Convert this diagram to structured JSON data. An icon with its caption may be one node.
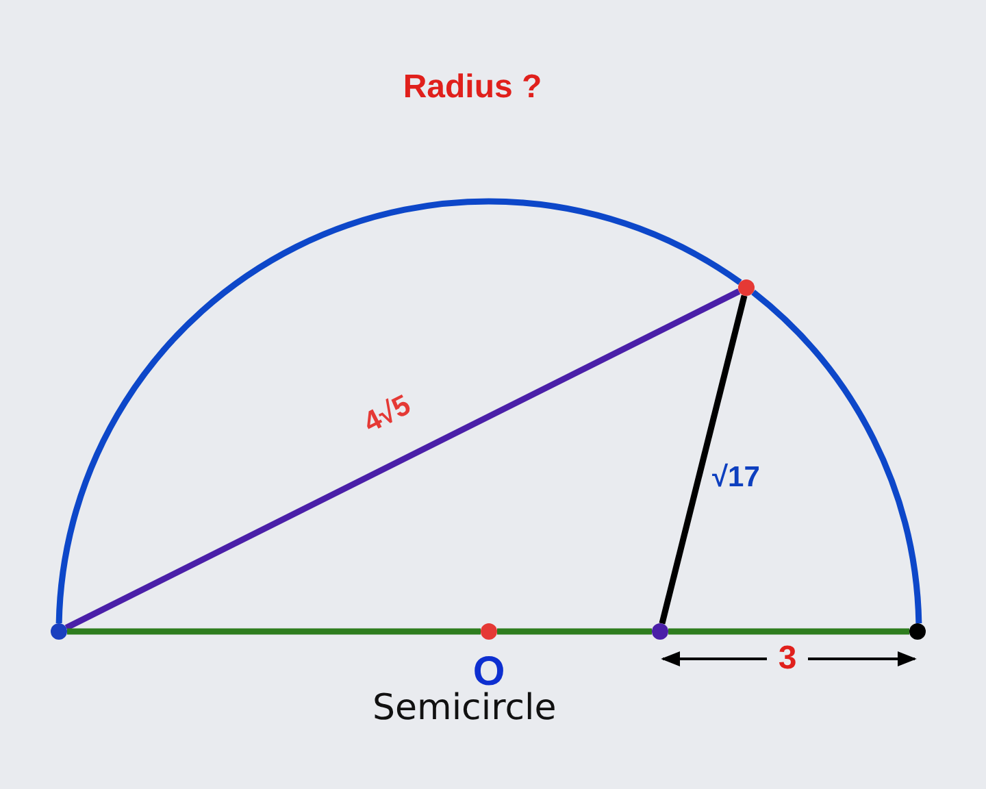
{
  "diagram": {
    "title": "Radius ?",
    "caption": "Semicircle",
    "nodes": [
      {
        "text": [],
        "shape": "circle"
      },
      {
        "text": [
          "O"
        ]
      },
      {
        "text": [],
        "shape": "circle"
      },
      {
        "text": [],
        "shape": "circle"
      },
      {
        "text": [],
        "shape": "circle"
      }
    ],
    "edges": [
      {
        "from": 0,
        "to": 4,
        "arrow": "none",
        "color": "#0d47c9"
      },
      {
        "from": 4,
        "to": 3,
        "arrow": "none",
        "color": "#0d47c9"
      },
      {
        "from": 0,
        "to": 4,
        "arrow": "none",
        "label": "4√5",
        "color": "#4a1fa8"
      },
      {
        "from": 4,
        "to": 2,
        "arrow": "none",
        "label": "√17",
        "color": "#000000"
      },
      {
        "from": 0,
        "to": 1,
        "arrow": "none"
      },
      {
        "from": 1,
        "to": 2,
        "arrow": "none"
      },
      {
        "from": 2,
        "to": 3,
        "arrow": "none"
      }
    ],
    "labels": [
      "3"
    ]
  }
}
